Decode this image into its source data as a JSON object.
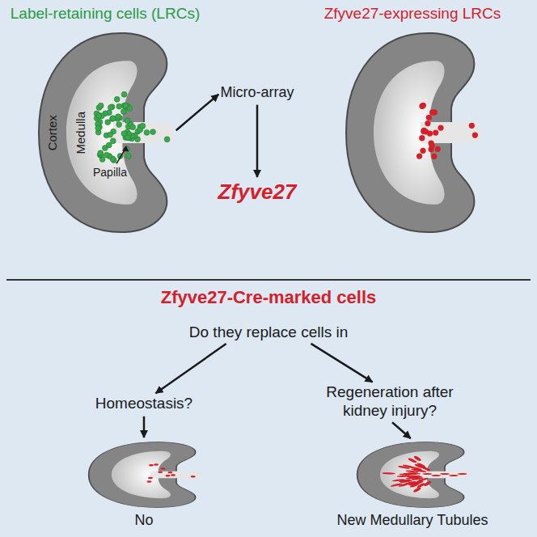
{
  "diagram": {
    "nodes": [
      {
        "text": [
          "Label-retaining cells (LRCs)"
        ]
      },
      {
        "text": [
          "Micro-array"
        ]
      },
      {
        "text": [
          "Zfyve27"
        ]
      },
      {
        "text": [
          "Zfyve27-expressing LRCs"
        ]
      },
      {
        "text": [
          "Do they replace cells in"
        ]
      },
      {
        "text": [
          "Homeostasis?"
        ]
      },
      {
        "text": [
          "Regeneration after kidney injury?"
        ]
      },
      {
        "text": [
          "No"
        ]
      },
      {
        "text": [
          "New Medullary Tubules"
        ]
      }
    ],
    "edges": [
      {
        "from": 0,
        "to": 1,
        "arrow": "to"
      },
      {
        "from": 1,
        "to": 2,
        "arrow": "to"
      },
      {
        "from": 4,
        "to": 5,
        "arrow": "to"
      },
      {
        "from": 4,
        "to": 6,
        "arrow": "to"
      },
      {
        "from": 5,
        "to": 7,
        "arrow": "to"
      },
      {
        "from": 6,
        "to": 8,
        "arrow": "to"
      }
    ],
    "labels": [
      "Cortex",
      "Medulla",
      "Papilla",
      "Zfyve27-Cre-marked cells"
    ]
  }
}
